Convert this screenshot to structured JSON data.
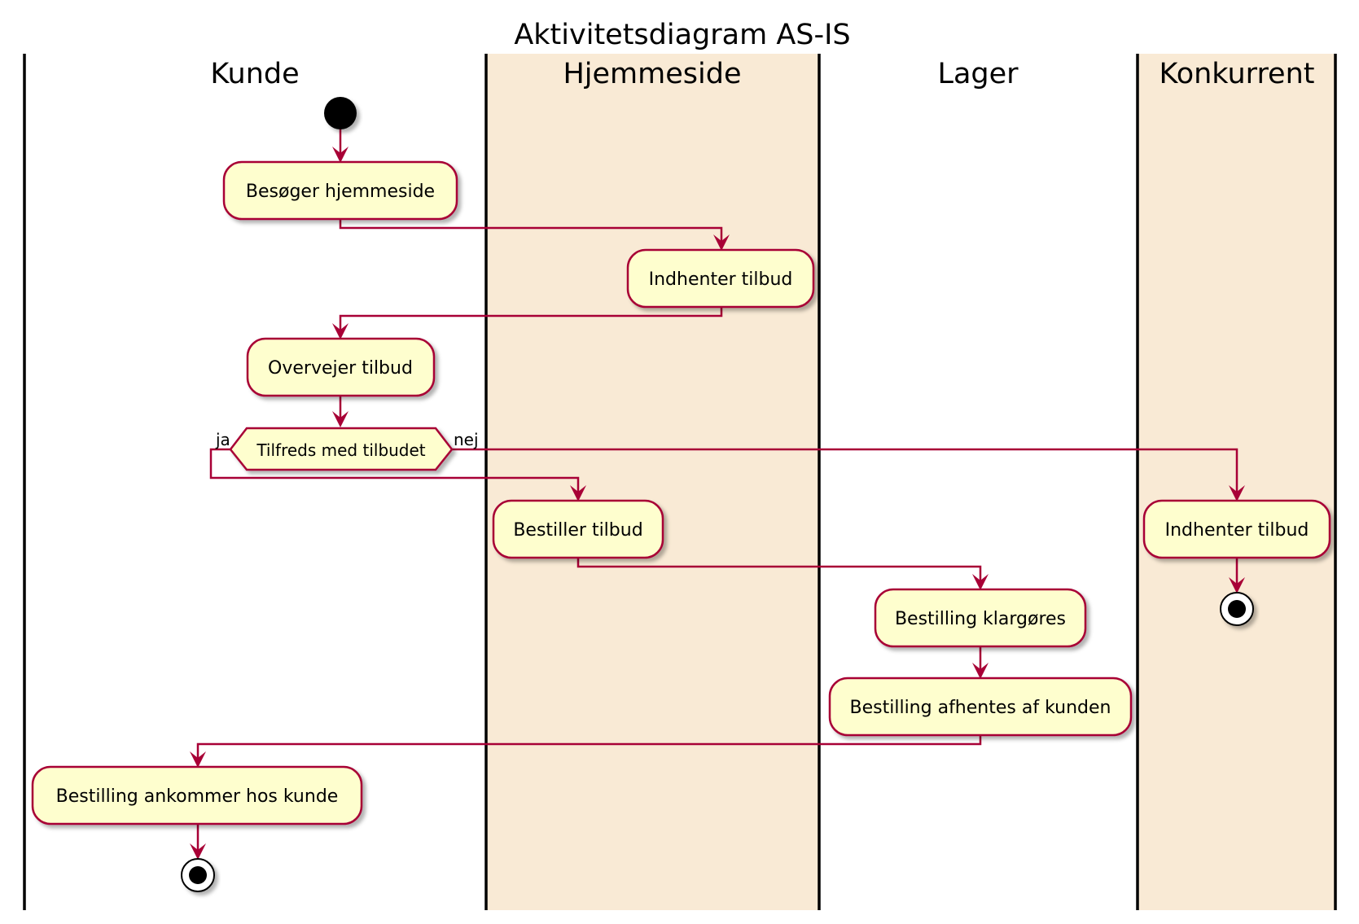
{
  "title": "Aktivitetsdiagram AS-IS",
  "lanes": {
    "kunde": "Kunde",
    "hjemmeside": "Hjemmeside",
    "lager": "Lager",
    "konkurrent": "Konkurrent"
  },
  "activities": {
    "besoger": "Besøger hjemmeside",
    "indhenter_hjemmeside": "Indhenter tilbud",
    "overvejer": "Overvejer tilbud",
    "bestiller": "Bestiller tilbud",
    "klargores": "Bestilling klargøres",
    "afhentes": "Bestilling afhentes af kunden",
    "ankommer": "Bestilling ankommer hos kunde",
    "indhenter_konkurrent": "Indhenter tilbud"
  },
  "decision": {
    "label": "Tilfreds med tilbudet",
    "yes": "ja",
    "no": "nej"
  },
  "colors": {
    "activity_fill": "#FEFECE",
    "activity_border": "#A80036",
    "edge": "#A80036",
    "alt_lane_fill": "#F9EAD5",
    "lane_border": "#000000"
  }
}
